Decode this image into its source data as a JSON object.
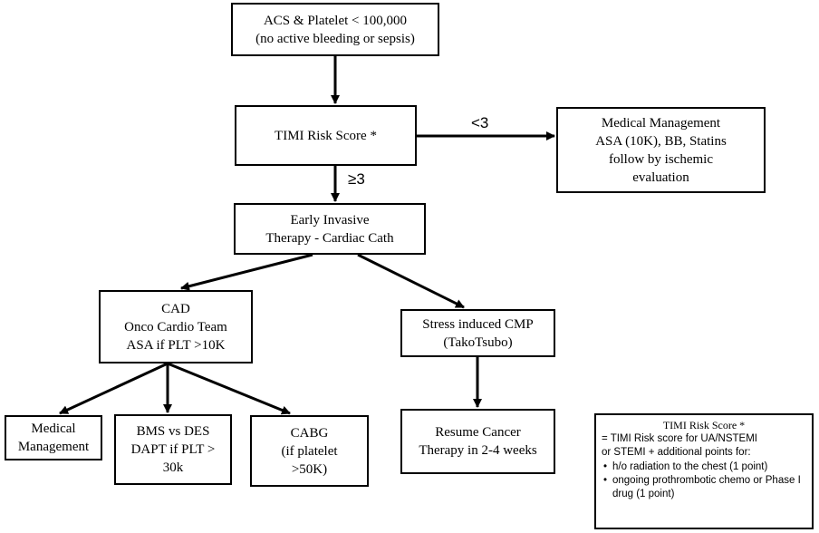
{
  "nodes": {
    "start": [
      "ACS & Platelet < 100,000",
      "(no active bleeding or sepsis)"
    ],
    "timi": [
      "TIMI Risk Score *"
    ],
    "medical_mgmt": [
      "Medical Management",
      "ASA (10K), BB, Statins",
      "follow by ischemic",
      "evaluation"
    ],
    "early_invasive": [
      "Early Invasive",
      "Therapy - Cardiac Cath"
    ],
    "cad": [
      "CAD",
      "Onco Cardio Team",
      "ASA if  PLT >10K"
    ],
    "stress": [
      "Stress induced CMP",
      "(TakoTsubo)"
    ],
    "medical": [
      "Medical",
      "Management"
    ],
    "bms": [
      "BMS vs DES",
      "DAPT if PLT >",
      "30k"
    ],
    "cabg": [
      "CABG",
      "(if platelet",
      ">50K)"
    ],
    "resume": [
      "Resume Cancer",
      "Therapy in 2-4 weeks"
    ]
  },
  "edges": {
    "lt3": "<3",
    "ge3": "≥3"
  },
  "note": {
    "title": "TIMI  Risk Score *",
    "lines": [
      "= TIMI Risk score for UA/NSTEMI",
      "or STEMI + additional points for:"
    ],
    "bullets": [
      "h/o radiation to the chest (1 point)",
      "ongoing prothrombotic chemo or Phase I drug (1 point)"
    ]
  }
}
